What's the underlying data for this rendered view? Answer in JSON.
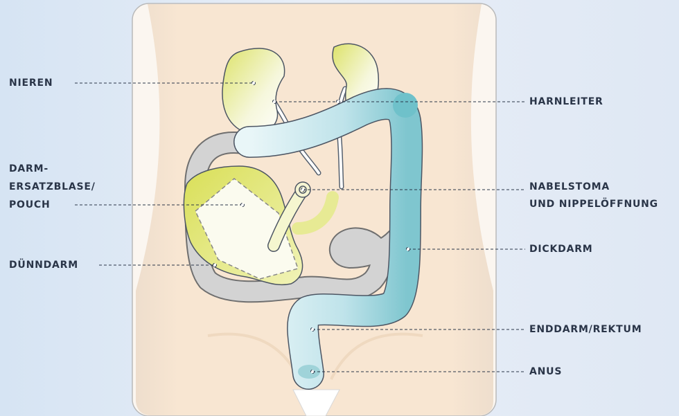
{
  "labels": {
    "nieren": "NIEREN",
    "harnleiter": "HARNLEITER",
    "darm_line1": "DARM-",
    "darm_line2": "ERSATZBLASE/",
    "darm_line3": "POUCH",
    "nabel_line1": "NABELSTOMA",
    "nabel_line2": "UND NIPPELÖFFNUNG",
    "duenndarm": "DÜNNDARM",
    "dickdarm": "DICKDARM",
    "enddarm": "ENDDARM/REKTUM",
    "anus": "ANUS"
  },
  "colors": {
    "background": "#dde7f4",
    "skin": "#f9e7d3",
    "kidney": "#e6ea8a",
    "colon": "#bfe3ea",
    "colon_dark": "#7cc4cc",
    "small_intestine": "#c9c9c9",
    "pouch": "#e1e46a",
    "leader_line": "#2a3548"
  }
}
